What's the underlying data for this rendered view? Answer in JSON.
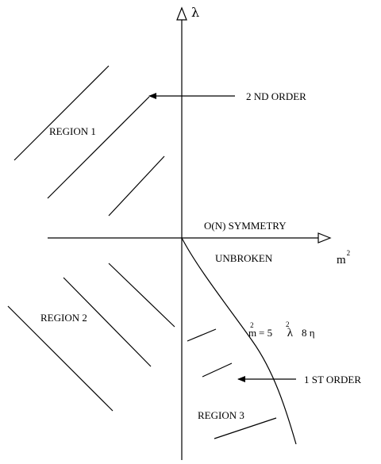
{
  "axes": {
    "y_label": "λ",
    "x_label_base": "m",
    "x_label_exp": "2"
  },
  "labels": {
    "region1": "REGION 1",
    "region2": "REGION 2",
    "region3": "REGION 3",
    "second_order": "2 ND ORDER",
    "first_order": "1 ST  ORDER",
    "symmetry": "O(N) SYMMETRY",
    "unbroken": "UNBROKEN"
  },
  "curve_equation": {
    "lhs_base": "m",
    "lhs_exp": "2",
    "eq_coef": "= 5",
    "lambda": "λ",
    "lambda_exp": "2",
    "tail": "8 η"
  }
}
